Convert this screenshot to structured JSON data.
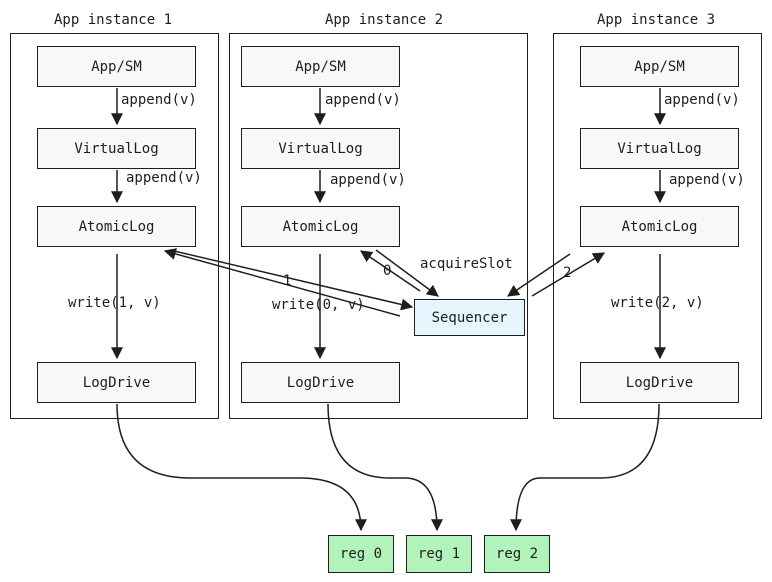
{
  "instances": [
    {
      "title": "App instance 1",
      "app": "App/SM",
      "vlog": "VirtualLog",
      "alog": "AtomicLog",
      "drive": "LogDrive",
      "append1": "append(v)",
      "append2": "append(v)",
      "write": "write(1, v)"
    },
    {
      "title": "App instance 2",
      "app": "App/SM",
      "vlog": "VirtualLog",
      "alog": "AtomicLog",
      "drive": "LogDrive",
      "append1": "append(v)",
      "append2": "append(v)",
      "write": "write(0, v)"
    },
    {
      "title": "App instance 3",
      "app": "App/SM",
      "vlog": "VirtualLog",
      "alog": "AtomicLog",
      "drive": "LogDrive",
      "append1": "append(v)",
      "append2": "append(v)",
      "write": "write(2, v)"
    }
  ],
  "sequencer": "Sequencer",
  "acquire_label": "acquireSlot",
  "slots": [
    "1",
    "0",
    "2"
  ],
  "registers": [
    "reg 0",
    "reg 1",
    "reg 2"
  ],
  "colors": {
    "sequencer_fill": "#e7f5ff",
    "register_fill": "#b2f2bb",
    "box_fill": "#f8f8f8",
    "stroke": "#1e1e1e"
  }
}
